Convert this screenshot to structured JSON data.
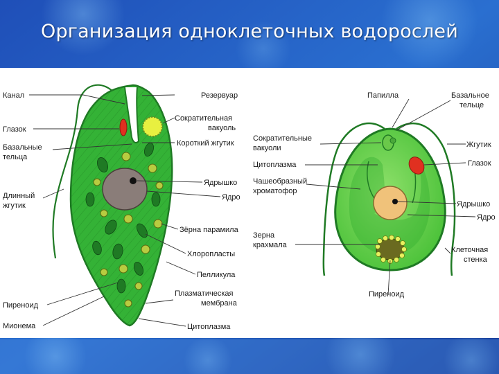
{
  "slide": {
    "title": "Организация одноклеточных водорослей"
  },
  "colors": {
    "cell_green": "#33b035",
    "dark_green": "#1f7a24",
    "eyespot_red": "#e03020",
    "nucleus_gray": "#8a7d79",
    "nucleus_tan": "#f0c27a",
    "background_blue": "#2a6fd0"
  },
  "euglena": {
    "labels_left": {
      "canal": "Канал",
      "eyespot": "Глазок",
      "basal_line1": "Базальные",
      "basal_line2": "тельца",
      "long_flag_line1": "Длинный",
      "long_flag_line2": "жгутик",
      "pyrenoid": "Пиреноид",
      "myoneme": "Мионема"
    },
    "labels_right": {
      "reservoir": "Резервуар",
      "contractile_line1": "Сократительная",
      "contractile_line2": "вакуоль",
      "short_flag": "Короткий жгутик",
      "nucleolus": "Ядрышко",
      "nucleus": "Ядро",
      "paramylon": "Зёрна парамила",
      "chloroplasts": "Хлоропласты",
      "pellicle": "Пелликула",
      "membrane_line1": "Плазматическая",
      "membrane_line2": "мембрана",
      "cytoplasm": "Цитоплазма"
    }
  },
  "chlamydomonas": {
    "labels_left": {
      "papilla": "Папилла",
      "contractile_line1": "Сократительные",
      "contractile_line2": "вакуоли",
      "cytoplasm": "Цитоплазма",
      "chromatophore_line1": "Чашеобразный",
      "chromatophore_line2": "хроматофор",
      "starch_line1": "Зерна",
      "starch_line2": "крахмала",
      "pyrenoid": "Пиреноид"
    },
    "labels_right": {
      "basal_line1": "Базальное",
      "basal_line2": "тельце",
      "flagellum": "Жгутик",
      "eyespot": "Глазок",
      "nucleolus": "Ядрышко",
      "nucleus": "Ядро",
      "wall_line1": "Клеточная",
      "wall_line2": "стенка"
    }
  }
}
